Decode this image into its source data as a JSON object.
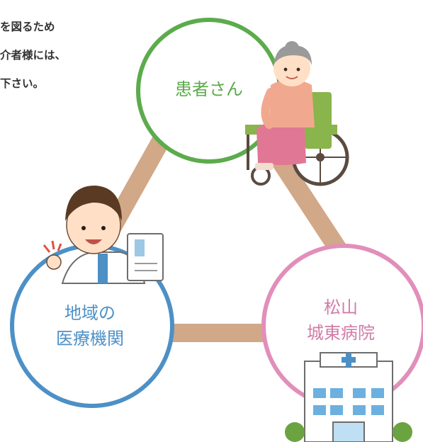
{
  "intro": {
    "lines": [
      "を図るため",
      "介者様には、",
      "下さい。"
    ]
  },
  "nodes": {
    "patient": {
      "label": "患者さん",
      "color": "#5cab4c"
    },
    "hospital": {
      "line1": "松山",
      "line2": "城東病院",
      "color": "#d17ca8"
    },
    "clinic": {
      "line1": "地域の",
      "line2": "医療機関",
      "color": "#4d90c6"
    }
  },
  "connector_color": "#d1a888"
}
